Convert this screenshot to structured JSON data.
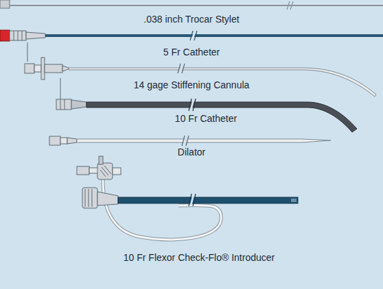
{
  "diagram": {
    "labels": [
      ".038 inch Trocar Stylet",
      "5 Fr Catheter",
      "14 gage Stiffening Cannula",
      "10 Fr Catheter",
      "Dilator",
      "10 Fr Flexor Check-Flo® Introducer"
    ]
  }
}
